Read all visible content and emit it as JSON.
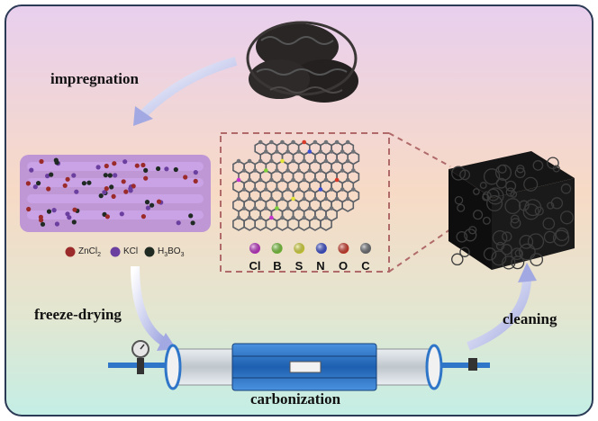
{
  "steps": {
    "impregnation": "impregnation",
    "freeze_drying": "freeze-drying",
    "carbonization": "carbonization",
    "cleaning": "cleaning"
  },
  "precursor_legend": [
    {
      "label": "ZnCl",
      "sub": "2",
      "color": "#9b2b2b"
    },
    {
      "label": "KCl",
      "sub": "",
      "color": "#6a3fa0"
    },
    {
      "label": "H",
      "sub": "3",
      "label2": "BO",
      "sub2": "3",
      "color": "#1e2a22"
    }
  ],
  "element_legend": [
    {
      "symbol": "Cl",
      "color": "#c832d0"
    },
    {
      "symbol": "B",
      "color": "#7ccf3a"
    },
    {
      "symbol": "S",
      "color": "#e3e33a"
    },
    {
      "symbol": "N",
      "color": "#3a4fd6"
    },
    {
      "symbol": "O",
      "color": "#d93a2a"
    },
    {
      "symbol": "C",
      "color": "#6f7277"
    }
  ],
  "colors": {
    "bg_top": "#e9d1ee",
    "bg_mid": "#f6d9c8",
    "bg_bottom": "#c9eee6",
    "arrow": "#b9bde8",
    "tube_blue": "#2f76c9",
    "dashed_frame": "#b06a6a"
  }
}
